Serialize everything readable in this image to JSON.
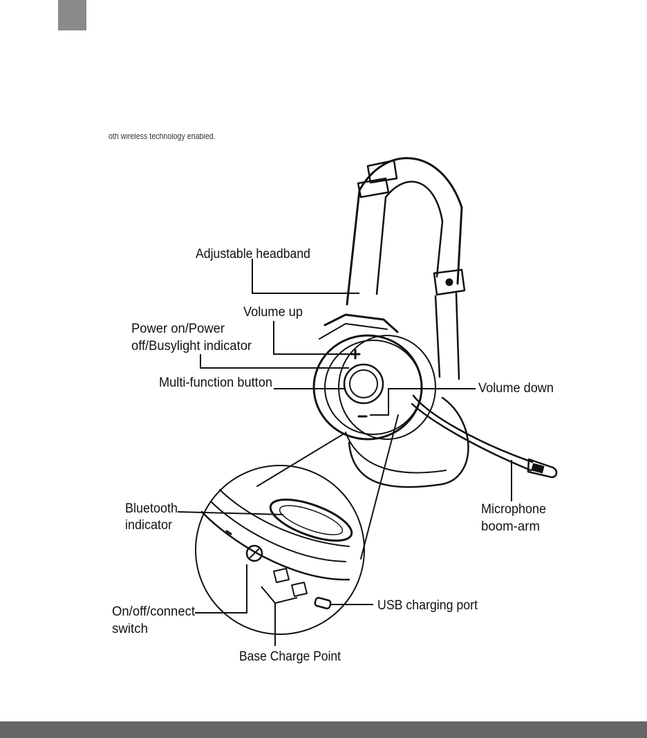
{
  "header": {
    "clipped_text": "oth wireless technology enabled."
  },
  "callouts": {
    "adjustable_headband": "Adjustable headband",
    "volume_up": "Volume up",
    "power_line1": "Power on/Power",
    "power_line2": "off/Busylight indicator",
    "multi_function": "Multi-function button",
    "volume_down": "Volume down",
    "bluetooth_line1": "Bluetooth",
    "bluetooth_line2": "indicator",
    "microphone_line1": "Microphone",
    "microphone_line2": "boom-arm",
    "usb_port": "USB charging port",
    "switch_line1": "On/off/connect",
    "switch_line2": "switch",
    "base_charge": "Base Charge Point"
  },
  "colors": {
    "corner_tab": "#8a8a8a",
    "footer_bar": "#666666",
    "line_art": "#111111"
  }
}
